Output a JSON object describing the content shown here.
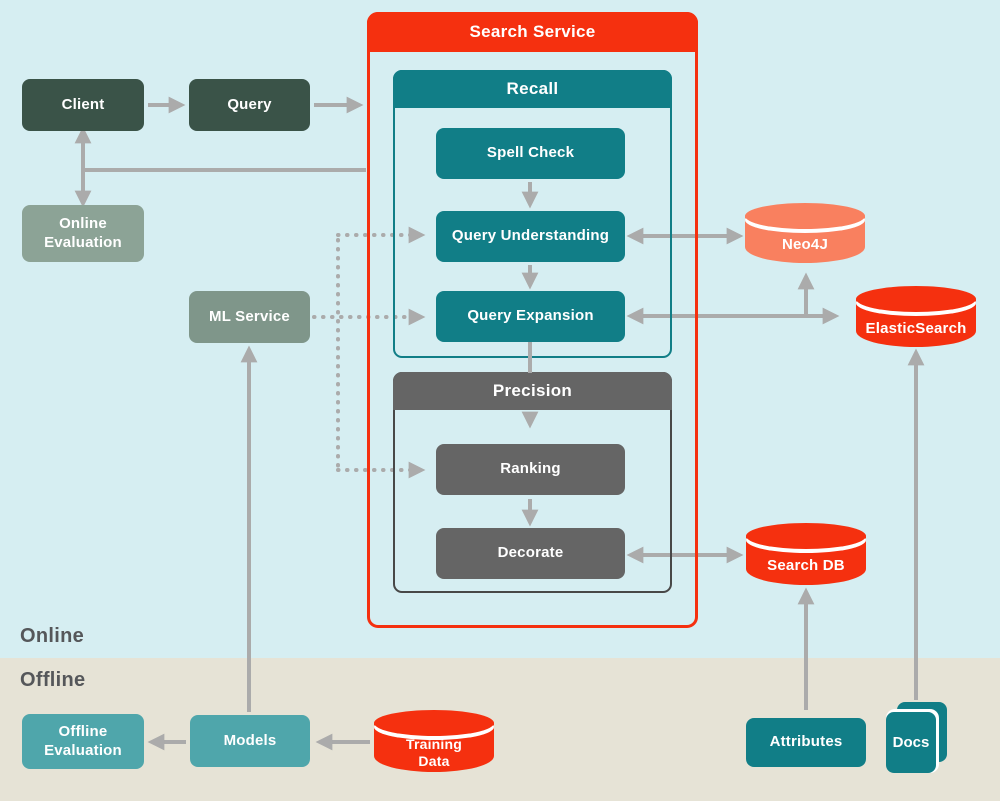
{
  "canvas": {
    "online_label": "Online",
    "offline_label": "Offline"
  },
  "search_service": {
    "title": "Search Service",
    "recall": {
      "title": "Recall",
      "steps": {
        "spell_check": "Spell Check",
        "query_understanding": "Query Understanding",
        "query_expansion": "Query Expansion"
      }
    },
    "precision": {
      "title": "Precision",
      "steps": {
        "ranking": "Ranking",
        "decorate": "Decorate"
      }
    }
  },
  "nodes": {
    "client": "Client",
    "query": "Query",
    "online_evaluation": "Online Evaluation",
    "ml_service": "ML Service",
    "neo4j": "Neo4J",
    "elasticsearch": "ElasticSearch",
    "search_db": "Search DB",
    "training_data": "Training Data",
    "attributes": "Attributes",
    "docs": "Docs",
    "models": "Models",
    "offline_evaluation": "Offline Evaluation"
  },
  "colors": {
    "background_online": "#D6EEF2",
    "background_offline": "#E6E3D6",
    "node_dark_green": "#3A5348",
    "node_sage": "#8CA396",
    "node_sage_dark": "#7F968A",
    "teal": "#117E87",
    "teal_medium": "#4FA6AB",
    "node_gray": "#656565",
    "red": "#F5300F",
    "salmon": "#F9805F",
    "arrow_gray": "#ABABAB",
    "region_label_gray": "#55575A"
  },
  "icons": {
    "neo4j": "database-cylinder-icon",
    "elasticsearch": "database-cylinder-icon",
    "search_db": "database-cylinder-icon",
    "training_data": "database-cylinder-icon",
    "docs": "document-stack-icon"
  }
}
